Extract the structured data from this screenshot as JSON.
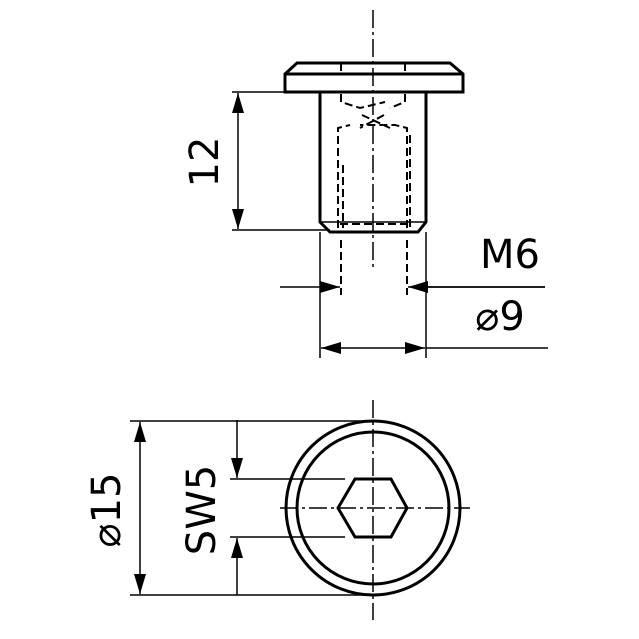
{
  "labels": {
    "length": "12",
    "thread": "M6",
    "shank_diameter": "⌀9",
    "head_diameter": "⌀15",
    "socket_size": "SW5"
  }
}
